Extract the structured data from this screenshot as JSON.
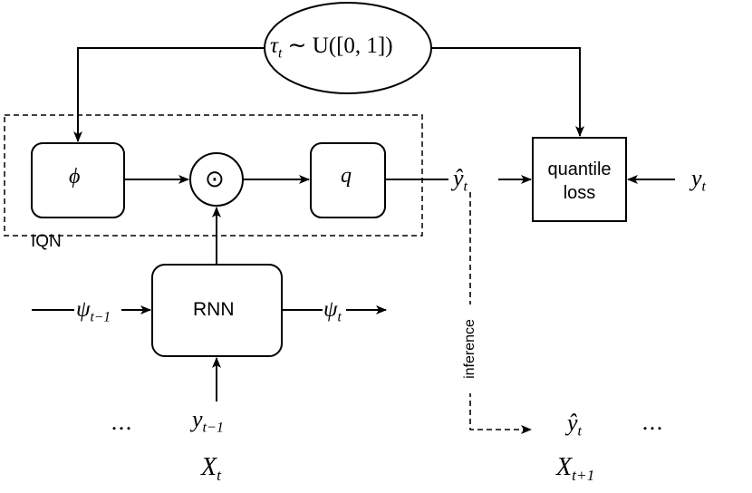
{
  "sampling": {
    "label_tau": "τ",
    "label_tau_sub": "t",
    "label_dist": " ∼ U([0, 1])"
  },
  "nodes": {
    "phi": "ϕ",
    "hadamard": "⊙",
    "q": "q",
    "rnn": "RNN",
    "loss_line1": "quantile",
    "loss_line2": "loss"
  },
  "group_label": "IQN",
  "signals": {
    "y_hat": "ŷ",
    "y_hat_sub": "t",
    "y": "y",
    "y_sub": "t",
    "psi_prev": "ψ",
    "psi_prev_sub": "t−1",
    "psi": "ψ",
    "psi_sub": "t",
    "y_prev": "y",
    "y_prev_sub": "t−1",
    "inference": "inference",
    "y_hat_next": "ŷ",
    "y_hat_next_sub": "t",
    "ellipsis_left": "…",
    "ellipsis_right": "…"
  },
  "inputs": {
    "x": "X",
    "x_sub": "t",
    "x_next": "X",
    "x_next_sub": "t+1"
  }
}
